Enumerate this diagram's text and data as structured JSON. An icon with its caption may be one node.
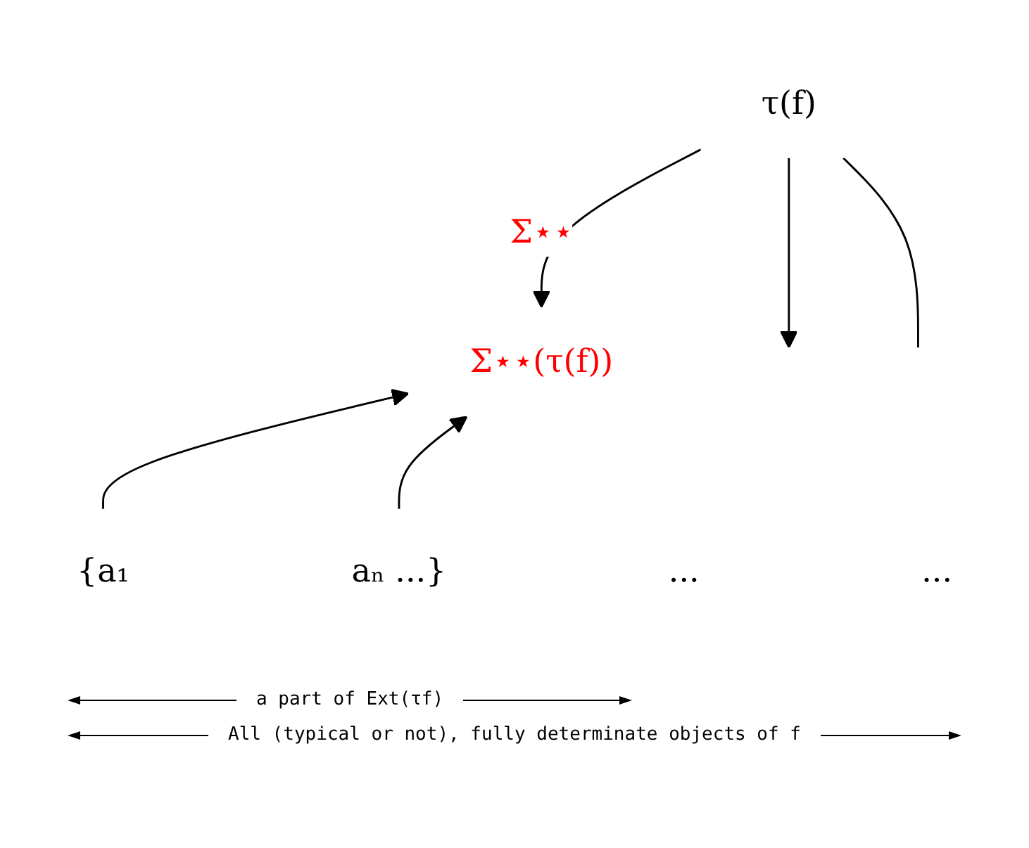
{
  "diagram": {
    "nodes": [
      {
        "text": [
          "τ(f)"
        ]
      },
      {
        "text": [
          "Σ⋆⋆(τ(f))"
        ]
      },
      {
        "text": [
          "{a₁"
        ]
      },
      {
        "text": [
          "..."
        ]
      },
      {
        "text": [
          "..."
        ]
      },
      {
        "text": [
          "aₙ ...}"
        ]
      }
    ],
    "edges": [
      {
        "from": 0,
        "to": 1,
        "arrow": "to",
        "label": "Σ⋆⋆"
      },
      {
        "from": 2,
        "to": 1,
        "arrow": "to"
      },
      {
        "from": 5,
        "to": 1,
        "arrow": "to"
      },
      {
        "from": 0,
        "to": null,
        "arrow": "to"
      },
      {
        "from": 0,
        "to": null,
        "arrow": "none"
      }
    ],
    "labels": [
      "a part of Ext(τf)",
      "All (typical or not), fully determinate objects of f"
    ]
  }
}
